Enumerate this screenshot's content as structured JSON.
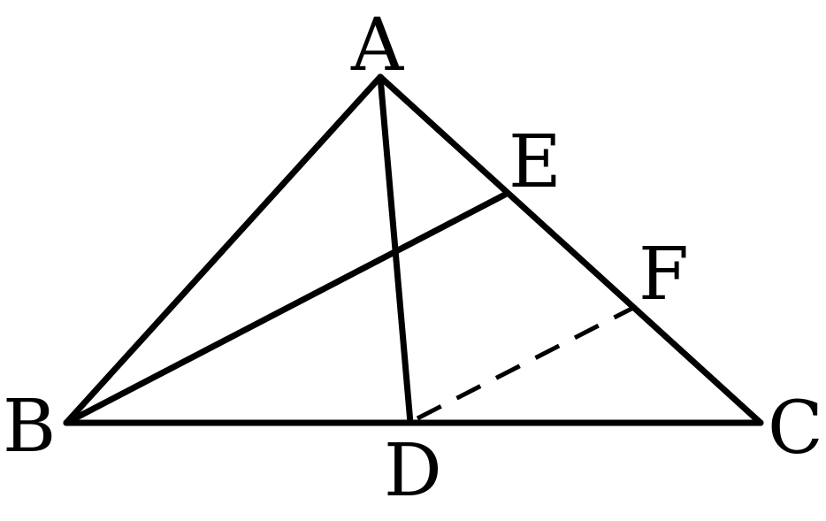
{
  "labels": {
    "A": "A",
    "B": "B",
    "C": "C",
    "D": "D",
    "E": "E",
    "F": "F"
  },
  "segments": [
    {
      "name": "AB",
      "style": "solid"
    },
    {
      "name": "AC",
      "style": "solid"
    },
    {
      "name": "BC",
      "style": "solid"
    },
    {
      "name": "AD",
      "style": "solid"
    },
    {
      "name": "BE",
      "style": "solid"
    },
    {
      "name": "DF",
      "style": "dashed"
    }
  ],
  "colors": {
    "stroke": "#000000",
    "background": "#ffffff"
  }
}
